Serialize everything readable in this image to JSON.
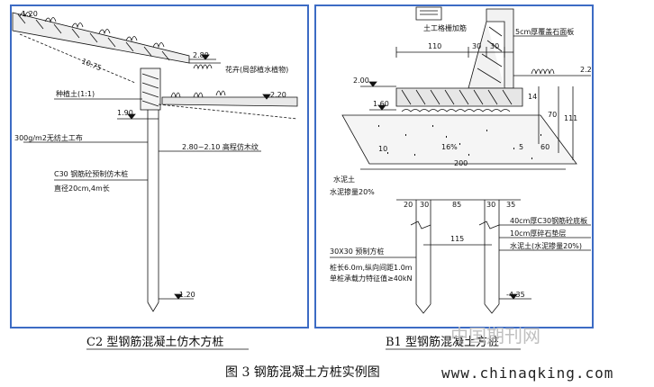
{
  "panel_left": {
    "title": "C2 型钢筋混凝土仿木方桩",
    "labels": {
      "slope_top": "1.20",
      "slope_len": "10.75",
      "elev_280": "2.80",
      "grass": "花卉(局部植水植物)",
      "planting": "种植土(1:1)",
      "elev_220": "2.20",
      "elev_190": "1.90",
      "geotextile": "300g/m2无纺土工布",
      "pile_depth": "2.80~2.10 高程仿木纹",
      "pile_spec": "C30 钢筋砼预制仿木桩",
      "pile_size": "直径20cm,4m长",
      "bottom": "-1.20"
    }
  },
  "panel_right": {
    "title": "B1 型钢筋混凝土方桩",
    "labels": {
      "top_label": "土工格栅加筋",
      "d110": "110",
      "d30a": "30",
      "d30b": "30",
      "stone": "5cm厚覆盖石面板",
      "elev_22": "2.2",
      "elev_200": "2.00",
      "elev_160": "1.60",
      "d14": "14",
      "d70": "70",
      "d111": "111",
      "d10": "10",
      "d16": "16%",
      "d5": "5",
      "d60": "60",
      "d200": "200",
      "cement": "水泥土",
      "cement_ratio": "水泥掺量20%",
      "d20": "20",
      "d30c": "30",
      "d85": "85",
      "d30d": "30",
      "d35": "35",
      "layer1": "40cm厚C30钢筋砼底板",
      "layer2": "10cm厚碎石垫层",
      "layer3": "水泥土(水泥掺量20%)",
      "d115": "115",
      "pile_sec": "30X30 预制方桩",
      "pile_len": "桩长6.0m,纵向间距1.0m",
      "pile_load": "单桩承载力特征值≥40kN",
      "bottom": "-4.35"
    }
  },
  "caption": "图 3 钢筋混凝土方桩实例图",
  "watermark_cn": "中国期刊网",
  "watermark_url": "www.chinaqking.com",
  "colors": {
    "frame": "#3c6bc4",
    "line": "#111111",
    "watermark": "#bfbfbf"
  }
}
